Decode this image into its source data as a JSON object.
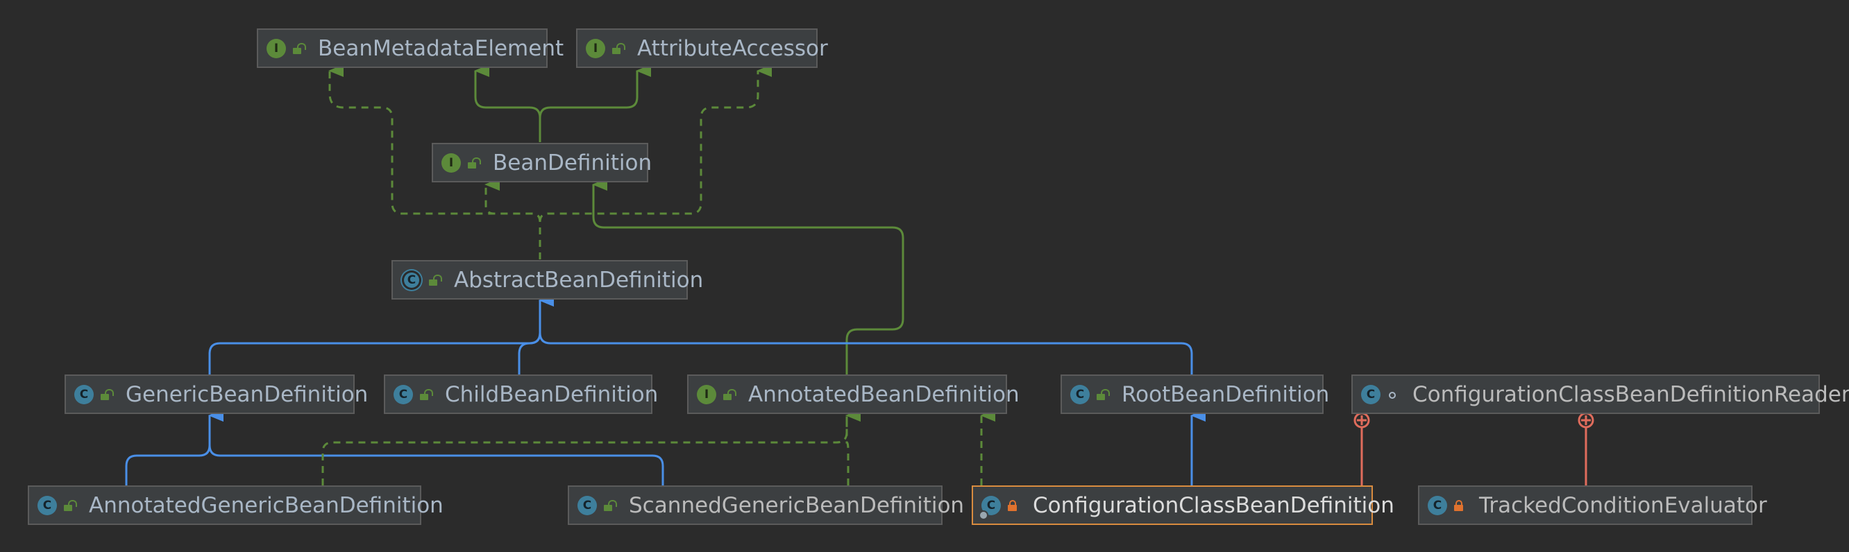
{
  "nodes": [
    {
      "id": "beanMetadataElement",
      "label": "BeanMetadataElement",
      "kind": "interface",
      "kind_glyph": "I",
      "visibility": "public"
    },
    {
      "id": "attributeAccessor",
      "label": "AttributeAccessor",
      "kind": "interface",
      "kind_glyph": "I",
      "visibility": "public"
    },
    {
      "id": "beanDefinition",
      "label": "BeanDefinition",
      "kind": "interface",
      "kind_glyph": "I",
      "visibility": "public"
    },
    {
      "id": "abstractBeanDefinition",
      "label": "AbstractBeanDefinition",
      "kind": "abstract-class",
      "kind_glyph": "C",
      "visibility": "public"
    },
    {
      "id": "genericBeanDefinition",
      "label": "GenericBeanDefinition",
      "kind": "class",
      "kind_glyph": "C",
      "visibility": "public"
    },
    {
      "id": "childBeanDefinition",
      "label": "ChildBeanDefinition",
      "kind": "class",
      "kind_glyph": "C",
      "visibility": "public"
    },
    {
      "id": "annotatedBeanDefinition",
      "label": "AnnotatedBeanDefinition",
      "kind": "interface",
      "kind_glyph": "I",
      "visibility": "public"
    },
    {
      "id": "rootBeanDefinition",
      "label": "RootBeanDefinition",
      "kind": "class",
      "kind_glyph": "C",
      "visibility": "public"
    },
    {
      "id": "configurationClassBeanDefinitionReader",
      "label": "ConfigurationClassBeanDefinitionReader",
      "kind": "class",
      "kind_glyph": "C",
      "visibility": "package"
    },
    {
      "id": "annotatedGenericBeanDefinition",
      "label": "AnnotatedGenericBeanDefinition",
      "kind": "class",
      "kind_glyph": "C",
      "visibility": "public"
    },
    {
      "id": "scannedGenericBeanDefinition",
      "label": "ScannedGenericBeanDefinition",
      "kind": "class",
      "kind_glyph": "C",
      "visibility": "public"
    },
    {
      "id": "configurationClassBeanDefinition",
      "label": "ConfigurationClassBeanDefinition",
      "kind": "class",
      "kind_glyph": "C",
      "visibility": "private",
      "selected": true
    },
    {
      "id": "trackedConditionEvaluator",
      "label": "TrackedConditionEvaluator",
      "kind": "class",
      "kind_glyph": "C",
      "visibility": "private"
    }
  ],
  "edges": [
    {
      "from": "beanDefinition",
      "to": "beanMetadataElement",
      "type": "extends"
    },
    {
      "from": "beanDefinition",
      "to": "attributeAccessor",
      "type": "extends"
    },
    {
      "from": "abstractBeanDefinition",
      "to": "beanMetadataElement",
      "type": "implements"
    },
    {
      "from": "abstractBeanDefinition",
      "to": "attributeAccessor",
      "type": "implements"
    },
    {
      "from": "abstractBeanDefinition",
      "to": "beanDefinition",
      "type": "implements"
    },
    {
      "from": "annotatedBeanDefinition",
      "to": "beanDefinition",
      "type": "extends"
    },
    {
      "from": "genericBeanDefinition",
      "to": "abstractBeanDefinition",
      "type": "inherits"
    },
    {
      "from": "childBeanDefinition",
      "to": "abstractBeanDefinition",
      "type": "inherits"
    },
    {
      "from": "rootBeanDefinition",
      "to": "abstractBeanDefinition",
      "type": "inherits"
    },
    {
      "from": "annotatedGenericBeanDefinition",
      "to": "genericBeanDefinition",
      "type": "inherits"
    },
    {
      "from": "scannedGenericBeanDefinition",
      "to": "genericBeanDefinition",
      "type": "inherits"
    },
    {
      "from": "annotatedGenericBeanDefinition",
      "to": "annotatedBeanDefinition",
      "type": "implements"
    },
    {
      "from": "scannedGenericBeanDefinition",
      "to": "annotatedBeanDefinition",
      "type": "implements"
    },
    {
      "from": "configurationClassBeanDefinition",
      "to": "annotatedBeanDefinition",
      "type": "implements"
    },
    {
      "from": "configurationClassBeanDefinition",
      "to": "rootBeanDefinition",
      "type": "inherits"
    },
    {
      "from": "configurationClassBeanDefinition",
      "to": "configurationClassBeanDefinitionReader",
      "type": "inner"
    },
    {
      "from": "trackedConditionEvaluator",
      "to": "configurationClassBeanDefinitionReader",
      "type": "inner"
    }
  ],
  "colors": {
    "background": "#2b2b2b",
    "node_fill": "#3c3f41",
    "node_border": "#5b5b5b",
    "selected_border": "#d98c3f",
    "text": "#a9b7c6",
    "interface_edge": "#5c8a3a",
    "class_edge": "#4a8fe7",
    "inner_edge": "#e06c5c"
  }
}
